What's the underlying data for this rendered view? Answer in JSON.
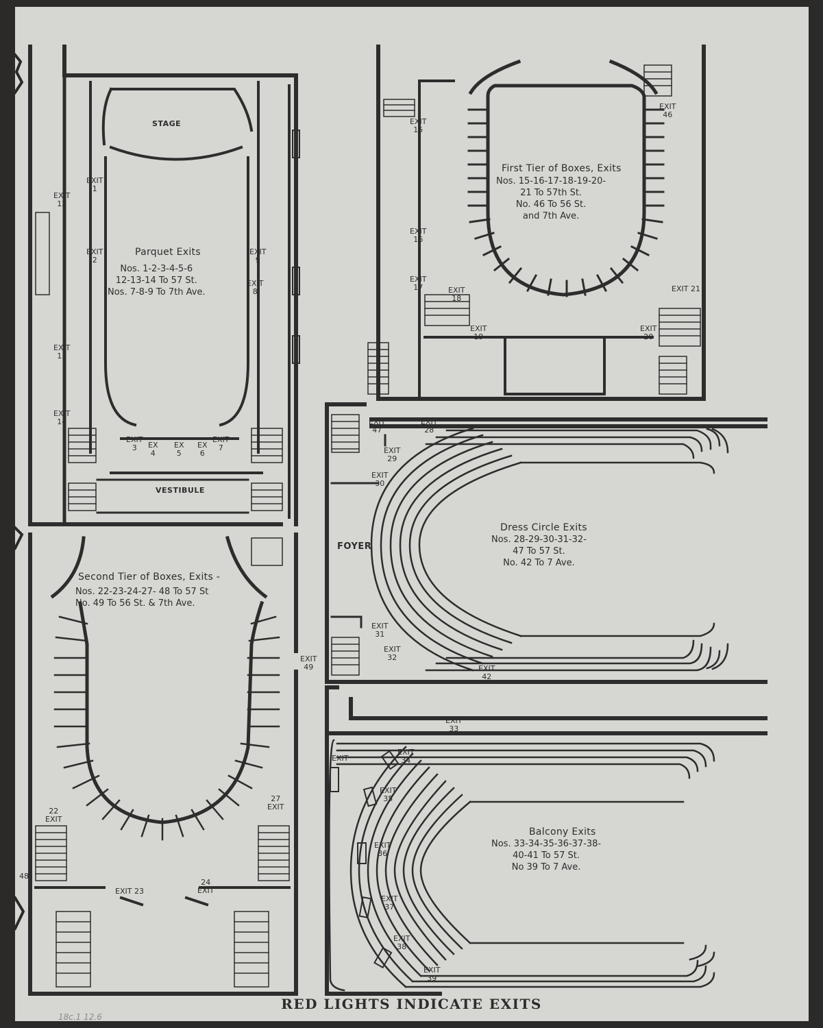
{
  "footer": "RED LIGHTS INDICATE EXITS",
  "handwritten_note": "18c.1 12.6",
  "colors": {
    "paper": "#d6d7d2",
    "ink": "#2d2d2d",
    "background": "#2b2a28"
  },
  "parquet": {
    "title": "Parquet Exits",
    "info": "Nos. 1-2-3-4-5-6\n12-13-14 To 57 St.\nNos. 7-8-9 To 7th Ave.",
    "stage": "STAGE",
    "vestibule": "VESTIBULE",
    "exits": {
      "e1": "EXIT\n1",
      "e2": "EXIT\n2",
      "e9": "EXIT\n9",
      "e8": "EXIT\n8",
      "e12": "EXIT\n12",
      "e13": "EXIT\n13",
      "e14": "EXIT\n14",
      "e3": "EXIT\n3",
      "e4": "EX\n4",
      "e5": "EX\n5",
      "e6": "EX\n6",
      "e7": "EXIT\n7"
    }
  },
  "first_tier": {
    "title": "First Tier of Boxes, Exits",
    "info": "Nos. 15-16-17-18-19-20-\n21 To 57th St.\nNo. 46 To 56 St.\nand 7th Ave.",
    "exits": {
      "e15": "EXIT\n15",
      "e16": "EXIT\n16",
      "e17": "EXIT\n17",
      "e18": "EXIT\n18",
      "e19": "EXIT\n19",
      "e20": "EXIT\n20",
      "e21": "EXIT 21",
      "e46": "EXIT\n46"
    }
  },
  "second_tier": {
    "title": "Second Tier of Boxes, Exits -",
    "info": "Nos. 22-23-24-27- 48 To 57 St\nNo. 49 To 56 St. & 7th Ave.",
    "exits": {
      "e22": "22\nEXIT",
      "e27": "27\nEXIT",
      "e23": "EXIT 23",
      "e24": "24\nEXIT",
      "e49": "EXIT\n49",
      "e48": "48"
    }
  },
  "dress_circle": {
    "title": "Dress Circle Exits",
    "info": "Nos. 28-29-30-31-32-\n47 To 57 St.\nNo. 42 To 7 Ave.",
    "foyer": "FOYER",
    "exits": {
      "e47": "EXIT\n47",
      "e28": "EXIT\n28",
      "e29": "EXIT\n29",
      "e30": "EXIT\n30",
      "e31": "EXIT\n31",
      "e32": "EXIT\n32",
      "e42": "EXIT\n42"
    }
  },
  "balcony": {
    "title": "Balcony Exits",
    "info": "Nos. 33-34-35-36-37-38-\n40-41 To 57 St.\nNo 39 To 7 Ave.",
    "exits": {
      "e33": "EXIT\n33",
      "e34": "EXIT\n34",
      "e35": "EXIT\n35",
      "e36": "EXIT\n36",
      "e37": "EXIT\n37",
      "e38": "EXIT\n38",
      "e39": "EXIT\n39",
      "eleft": "EXIT"
    }
  }
}
